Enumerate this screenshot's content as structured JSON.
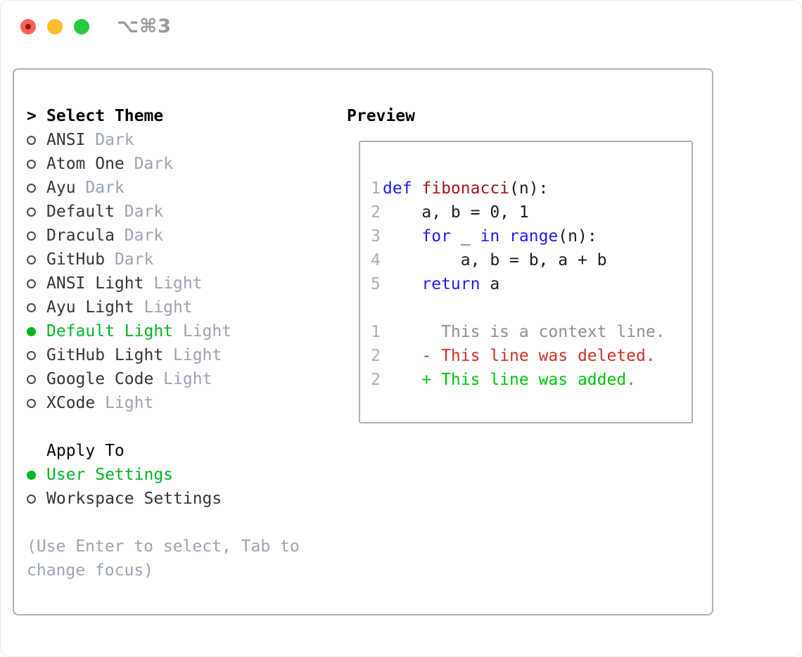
{
  "titlebar": {
    "title": "⌥⌘3",
    "buttons": [
      "close",
      "minimize",
      "zoom"
    ]
  },
  "colors": {
    "ui_green": "#00b523",
    "added_green": "#00c40a",
    "deleted_red": "#cb3227",
    "keyword_blue": "#1b1bff",
    "function_maroon": "#a31515",
    "muted_gray": "#9aa5b2",
    "line_number_gray": "#a6afbb",
    "border_gray": "#a9b1bb",
    "traffic_red": "#ff5f57",
    "traffic_yellow": "#febc2e",
    "traffic_green": "#28c840"
  },
  "theme_panel": {
    "cursor": ">",
    "header": "Select Theme",
    "themes": [
      {
        "name": "ANSI",
        "variant": "Dark",
        "selected": false
      },
      {
        "name": "Atom One",
        "variant": "Dark",
        "selected": false
      },
      {
        "name": "Ayu",
        "variant": "Dark",
        "selected": false
      },
      {
        "name": "Default",
        "variant": "Dark",
        "selected": false
      },
      {
        "name": "Dracula",
        "variant": "Dark",
        "selected": false
      },
      {
        "name": "GitHub",
        "variant": "Dark",
        "selected": false
      },
      {
        "name": "ANSI Light",
        "variant": "Light",
        "selected": false
      },
      {
        "name": "Ayu Light",
        "variant": "Light",
        "selected": false
      },
      {
        "name": "Default Light",
        "variant": "Light",
        "selected": true
      },
      {
        "name": "GitHub Light",
        "variant": "Light",
        "selected": false
      },
      {
        "name": "Google Code",
        "variant": "Light",
        "selected": false
      },
      {
        "name": "XCode",
        "variant": "Light",
        "selected": false
      }
    ],
    "apply_to": {
      "header": "Apply To",
      "options": [
        {
          "label": "User Settings",
          "selected": true
        },
        {
          "label": "Workspace Settings",
          "selected": false
        }
      ]
    },
    "help": [
      "(Use Enter to select, Tab to",
      "change focus)"
    ]
  },
  "preview": {
    "title": "Preview",
    "code_lines": [
      {
        "num": "1",
        "tokens": [
          {
            "t": "def ",
            "c": "kw"
          },
          {
            "t": "fibonacci",
            "c": "fn"
          },
          {
            "t": "(n):",
            "c": "pl"
          }
        ]
      },
      {
        "num": "2",
        "tokens": [
          {
            "t": "    a, b = 0, 1",
            "c": "pl"
          }
        ]
      },
      {
        "num": "3",
        "tokens": [
          {
            "t": "    ",
            "c": "pl"
          },
          {
            "t": "for",
            "c": "kw"
          },
          {
            "t": " _ ",
            "c": "pl"
          },
          {
            "t": "in",
            "c": "kw"
          },
          {
            "t": " ",
            "c": "pl"
          },
          {
            "t": "range",
            "c": "kw"
          },
          {
            "t": "(n):",
            "c": "pl"
          }
        ]
      },
      {
        "num": "4",
        "tokens": [
          {
            "t": "        a, b = b, a + b",
            "c": "pl"
          }
        ]
      },
      {
        "num": "5",
        "tokens": [
          {
            "t": "    ",
            "c": "pl"
          },
          {
            "t": "return",
            "c": "kw"
          },
          {
            "t": " a",
            "c": "pl"
          }
        ]
      }
    ],
    "diff_lines": [
      {
        "num": "1",
        "text": "      This is a context line.",
        "type": "context"
      },
      {
        "num": "2",
        "text": "    - This line was deleted.",
        "type": "deleted"
      },
      {
        "num": "2",
        "text": "    + This line was added.",
        "type": "added"
      }
    ]
  }
}
